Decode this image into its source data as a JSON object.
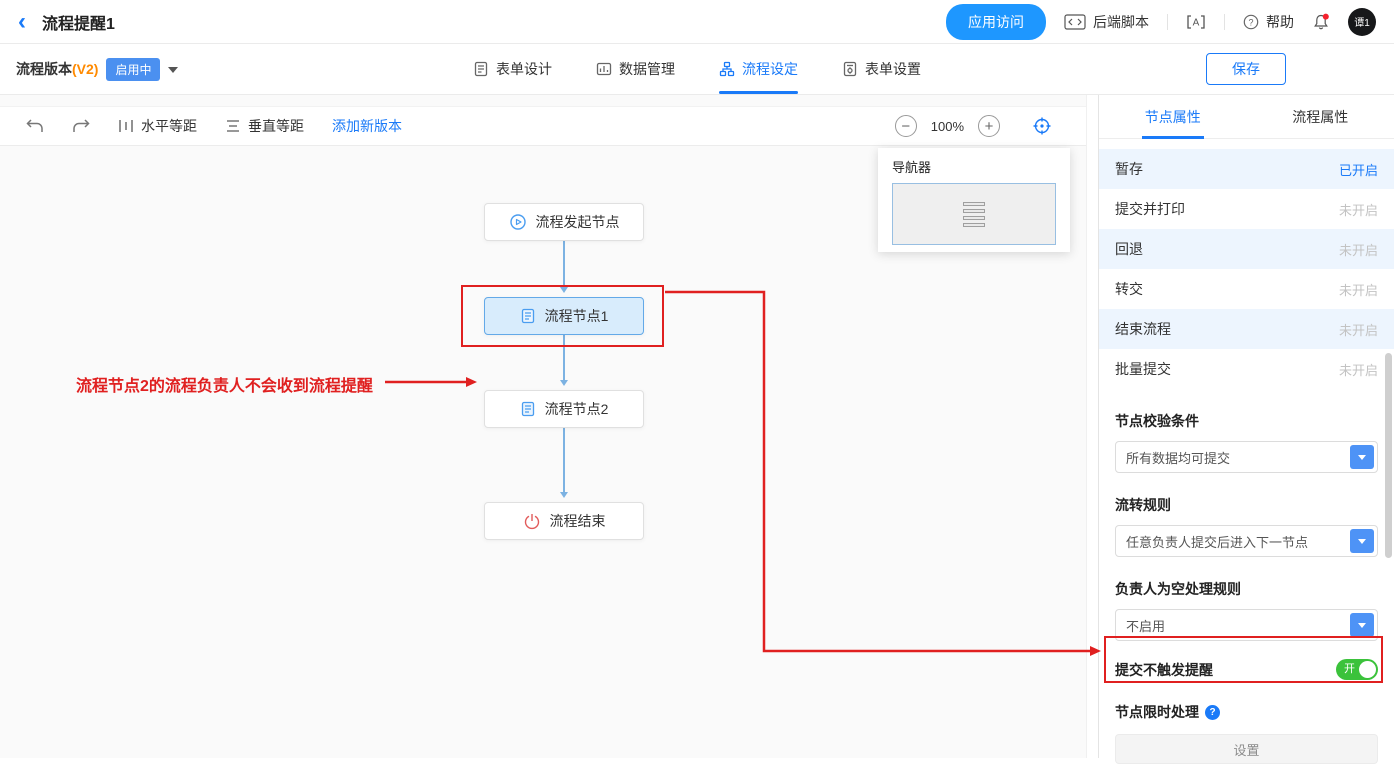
{
  "colors": {
    "accent": "#1a7af8",
    "annotation": "#e02020",
    "toggle_on": "#3bc23b",
    "version": "#ff8a00"
  },
  "icons": {
    "back": "‹",
    "zoom_out": "−",
    "zoom_in": "+",
    "question": "?"
  },
  "header": {
    "title": "流程提醒1",
    "app_access": "应用访问",
    "backend_script": "后端脚本",
    "help": "帮助",
    "avatar": "谭1"
  },
  "subbar": {
    "version_label": "流程版本",
    "version_tag": "(V2)",
    "status_badge": "启用中",
    "tabs": [
      {
        "label": "表单设计"
      },
      {
        "label": "数据管理"
      },
      {
        "label": "流程设定"
      },
      {
        "label": "表单设置"
      }
    ],
    "save": "保存"
  },
  "canvas_toolbar": {
    "h_equal": "水平等距",
    "v_equal": "垂直等距",
    "add_version": "添加新版本",
    "zoom": "100%"
  },
  "navigator": {
    "title": "导航器"
  },
  "flow": {
    "nodes": [
      {
        "label": "流程发起节点"
      },
      {
        "label": "流程节点1"
      },
      {
        "label": "流程节点2"
      },
      {
        "label": "流程结束"
      }
    ],
    "annotation": "流程节点2的流程负责人不会收到流程提醒"
  },
  "panel": {
    "tabs": [
      {
        "label": "节点属性"
      },
      {
        "label": "流程属性"
      }
    ],
    "rows": [
      {
        "label": "暂存",
        "value": "已开启"
      },
      {
        "label": "提交并打印",
        "value": "未开启"
      },
      {
        "label": "回退",
        "value": "未开启"
      },
      {
        "label": "转交",
        "value": "未开启"
      },
      {
        "label": "结束流程",
        "value": "未开启"
      },
      {
        "label": "批量提交",
        "value": "未开启"
      }
    ],
    "validation": {
      "heading": "节点校验条件",
      "value": "所有数据均可提交"
    },
    "transfer": {
      "heading": "流转规则",
      "value": "任意负责人提交后进入下一节点"
    },
    "empty_owner": {
      "heading": "负责人为空处理规则",
      "value": "不启用"
    },
    "toggle": {
      "label": "提交不触发提醒",
      "state": "开"
    },
    "time_limit": {
      "heading": "节点限时处理",
      "button": "设置"
    }
  }
}
